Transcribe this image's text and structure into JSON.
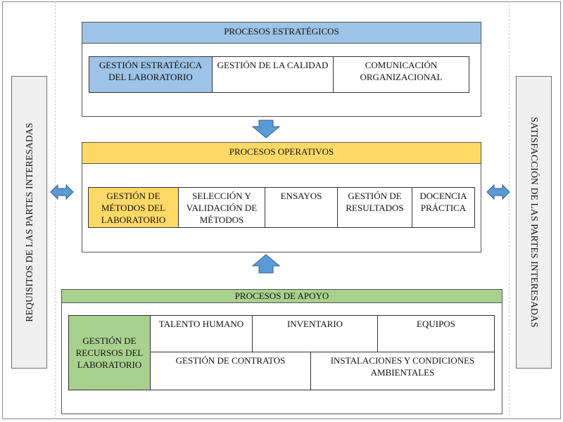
{
  "side": {
    "left": "REQUISITOS DE LAS PARTES INTERESADAS",
    "right": "SATISFACCIÓN DE LAS PARTES INTERESADAS"
  },
  "strategic": {
    "title": "PROCESOS ESTRATÉGICOS",
    "items": [
      "GESTIÓN ESTRATÉGICA DEL LABORATORIO",
      "GESTIÓN DE LA CALIDAD",
      "COMUNICACIÓN ORGANIZACIONAL"
    ]
  },
  "operative": {
    "title": "PROCESOS OPERATIVOS",
    "items": [
      "GESTIÓN DE MÉTODOS DEL LABORATORIO",
      "SELECCIÓN Y VALIDACIÓN DE MÉTODOS",
      "ENSAYOS",
      "GESTIÓN DE RESULTADOS",
      "DOCENCIA PRÁCTICA"
    ]
  },
  "support": {
    "title": "PROCESOS DE APOYO",
    "main": "GESTIÓN DE RECURSOS DEL LABORATORIO",
    "items": [
      "TALENTO HUMANO",
      "INVENTARIO",
      "EQUIPOS",
      "GESTIÓN DE CONTRATOS",
      "INSTALACIONES Y CONDICIONES AMBIENTALES"
    ]
  },
  "colors": {
    "strategic": "#9dc3e6",
    "operative": "#ffd966",
    "support": "#a9d18e",
    "arrow": "#5b9bd5"
  }
}
